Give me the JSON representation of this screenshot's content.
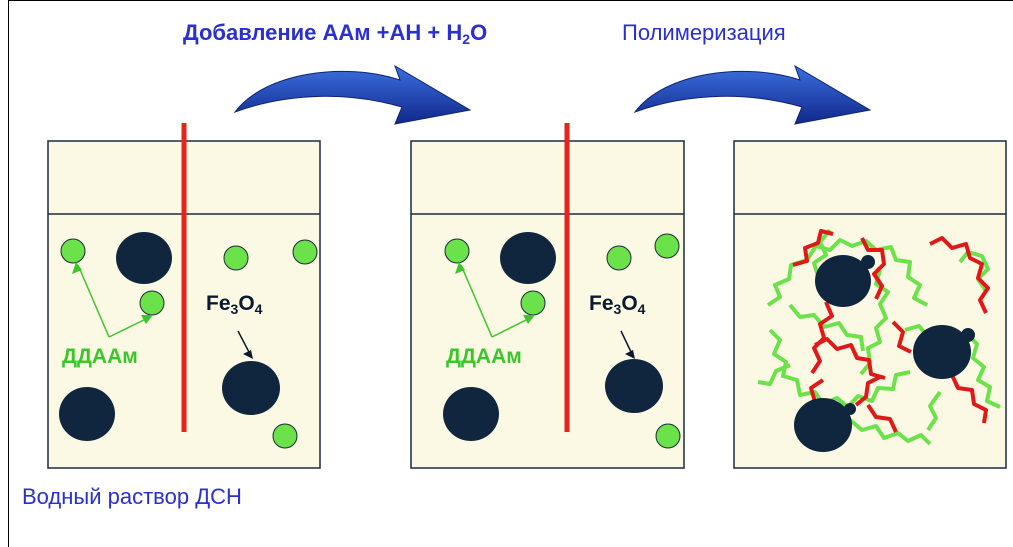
{
  "header": {
    "step1_prefix": "Добавление ААм +АН + Н",
    "step1_sub": "2",
    "step1_suffix": "О",
    "step2": "Полимеризация"
  },
  "labels": {
    "fe_main": "Fe",
    "fe_sub1": "3",
    "fe_mid": "O",
    "fe_sub2": "4",
    "ddaam": "ДДААм",
    "caption": "Водный раствор ДСН"
  },
  "colors": {
    "accent_text": "#2a2fd0",
    "arrow": "#1a3aa8",
    "vessel_fill": "#fbf8e3",
    "particle": "#10263f",
    "micelle": "#6be24a",
    "barrier": "#e8231c",
    "polymer_green": "#6be24a",
    "polymer_red": "#e01818"
  }
}
